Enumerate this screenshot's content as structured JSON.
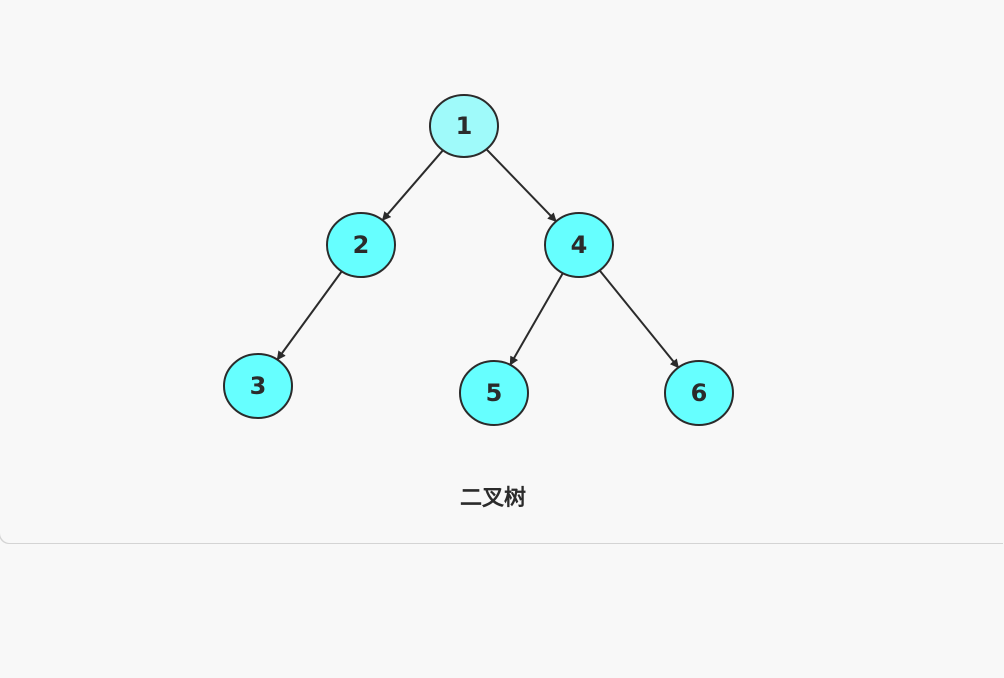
{
  "diagram": {
    "caption": "二叉树",
    "root_fill": "#9ffafa",
    "node_fill": "#66ffff",
    "stroke_color": "#2b2b2b",
    "nodes": [
      {
        "id": "n1",
        "label": "1",
        "is_root": true
      },
      {
        "id": "n2",
        "label": "2"
      },
      {
        "id": "n4",
        "label": "4"
      },
      {
        "id": "n3",
        "label": "3"
      },
      {
        "id": "n5",
        "label": "5"
      },
      {
        "id": "n6",
        "label": "6"
      }
    ],
    "edges": [
      {
        "from": "n1",
        "to": "n2"
      },
      {
        "from": "n1",
        "to": "n4"
      },
      {
        "from": "n2",
        "to": "n3"
      },
      {
        "from": "n4",
        "to": "n5"
      },
      {
        "from": "n4",
        "to": "n6"
      }
    ]
  }
}
